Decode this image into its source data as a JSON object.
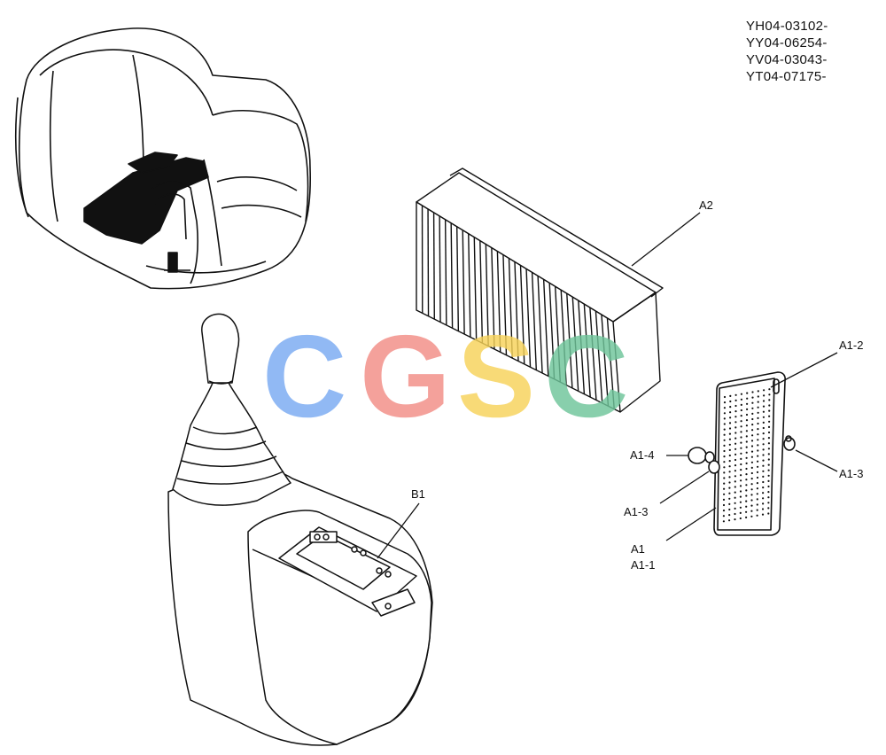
{
  "serials": [
    "YH04-03102-",
    "YY04-06254-",
    "YV04-03043-",
    "YT04-07175-"
  ],
  "callouts": {
    "a2": "A2",
    "a1_2": "A1-2",
    "a1_3_right": "A1-3",
    "a1_4": "A1-4",
    "a1_3_left": "A1-3",
    "a1": "A1",
    "a1_1": "A1-1",
    "b1": "B1"
  },
  "watermark": {
    "letters": [
      "C",
      "G",
      "S",
      "C"
    ],
    "colors": [
      "#7aaaf2",
      "#f28d86",
      "#f7d35a",
      "#6fc59a"
    ]
  },
  "icons": {
    "cab": "cab-overview-icon",
    "filter": "air-filter-element-icon",
    "screen": "pre-filter-screen-icon",
    "console": "control-console-icon"
  }
}
